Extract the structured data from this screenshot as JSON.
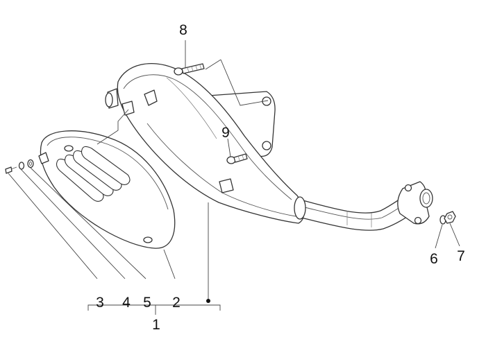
{
  "figure": {
    "callouts": {
      "assembly": "1",
      "heat_guard": "2",
      "screw_guard": "3",
      "washer_a": "4",
      "washer_b": "5",
      "gasket": "6",
      "nut": "7",
      "upper_screw": "8",
      "side_screw": "9"
    }
  }
}
